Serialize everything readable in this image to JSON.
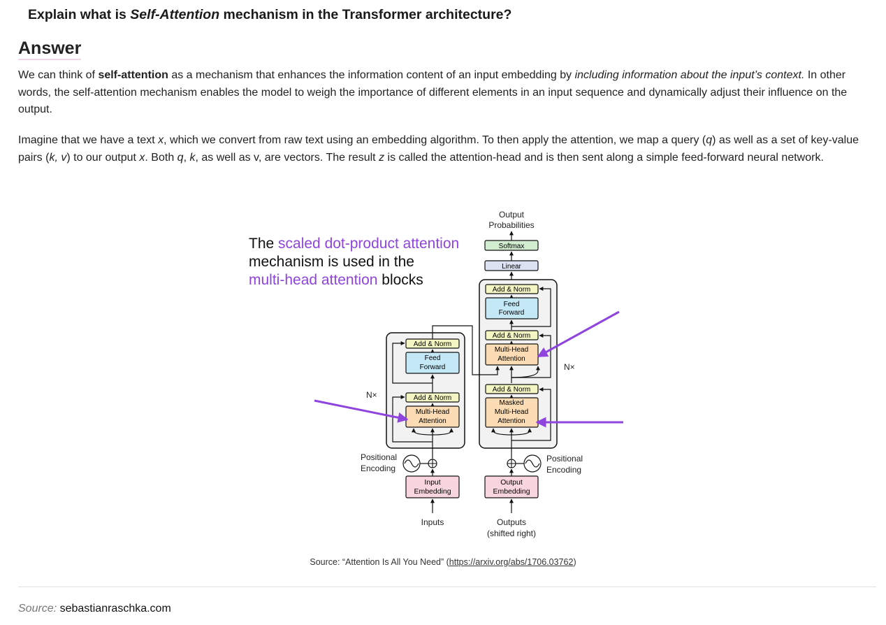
{
  "question": {
    "prefix": "Explain what is ",
    "emphasis": "Self-Attention",
    "suffix": " mechanism in the Transformer architecture?"
  },
  "answer_heading": "Answer",
  "paragraph1": {
    "t1": "We can think of ",
    "bold": "self-attention",
    "t2": " as a mechanism that enhances the information content of an input embedding by ",
    "italic": "including information about the input’s context.",
    "t3": " In other words, the self-attention mechanism enables the model to weigh the importance of different elements in an input sequence and dynamically adjust their influence on the output."
  },
  "paragraph2": {
    "t1": "Imagine that we have a text ",
    "x1": "x",
    "t2": ", which we convert from raw text using an embedding algorithm. To then apply the attention, we map a query (",
    "q1": "q",
    "t3": ") as well as a set of key-value pairs (",
    "kv": "k, v",
    "t4": ") to our output ",
    "x2": "x",
    "t5": ". Both ",
    "q2": "q",
    "t6": ", ",
    "k2": "k",
    "t7": ", as well as v, are vectors. The result ",
    "z": "z",
    "t8": " is called the attention-head and is then sent along a simple feed-forward neural network."
  },
  "figure": {
    "callout": {
      "l1a": "The ",
      "l1b": "scaled dot-product attention",
      "l2": "mechanism is used in the",
      "l3a": "multi-head attention",
      "l3b": " blocks"
    },
    "output_probabilities": [
      "Output",
      "Probabilities"
    ],
    "softmax": "Softmax",
    "linear": "Linear",
    "add_norm": "Add & Norm",
    "feed_forward": [
      "Feed",
      "Forward"
    ],
    "multi_head_attention": [
      "Multi-Head",
      "Attention"
    ],
    "masked_multi_head_attention": [
      "Masked",
      "Multi-Head",
      "Attention"
    ],
    "nx": "N×",
    "positional_encoding": [
      "Positional",
      "Encoding"
    ],
    "input_embedding": [
      "Input",
      "Embedding"
    ],
    "output_embedding": [
      "Output",
      "Embedding"
    ],
    "inputs": "Inputs",
    "outputs": [
      "Outputs",
      "(shifted right)"
    ],
    "colors": {
      "purple": "#8e44dd",
      "add_norm_fill": "#f3f6c3",
      "feed_forward_fill": "#c5e8f7",
      "attention_fill": "#fbdcb4",
      "embedding_fill": "#f9d6de",
      "softmax_fill": "#d2ecd0",
      "linear_fill": "#dde2f2",
      "block_fill": "#f2f2f2"
    }
  },
  "caption": {
    "prefix": "Source: “Attention Is All You Need” (",
    "link": "https://arxiv.org/abs/1706.03762",
    "suffix": ")"
  },
  "footer": {
    "label": "Source:",
    "site": "sebastianraschka.com"
  }
}
